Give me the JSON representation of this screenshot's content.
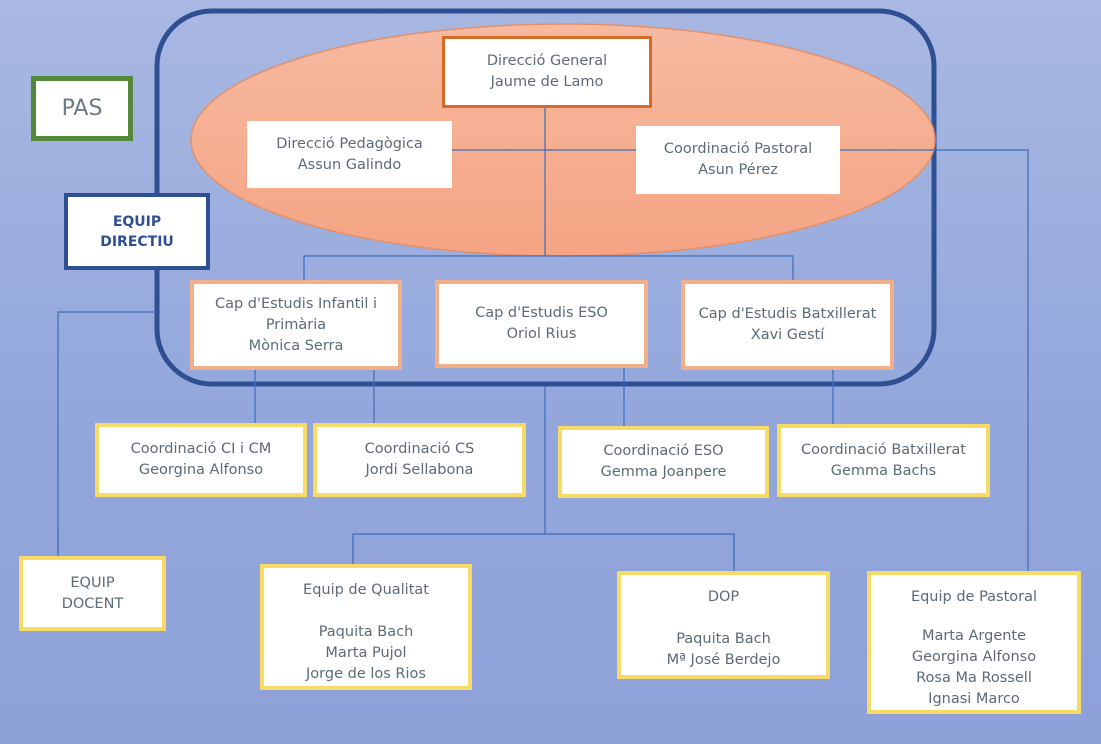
{
  "pas": "PAS",
  "equip_directiu": [
    "EQUIP",
    "DIRECTIU"
  ],
  "direccio_general": [
    "Direcció General",
    "Jaume de Lamo"
  ],
  "direccio_pedagogica": [
    "Direcció Pedagògica",
    "Assun Galindo"
  ],
  "coordinacio_pastoral": [
    "Coordinació Pastoral",
    "Asun Pérez"
  ],
  "cap_infantil": [
    "Cap d'Estudis Infantil i",
    "Primària",
    "Mònica Serra"
  ],
  "cap_eso": [
    "Cap d'Estudis ESO",
    "Oriol Rius"
  ],
  "cap_batx": [
    "Cap d'Estudis Batxillerat",
    "Xavi Gestí"
  ],
  "coord_ci_cm": [
    "Coordinació CI i CM",
    "Georgina Alfonso"
  ],
  "coord_cs": [
    "Coordinació CS",
    "Jordi Sellabona"
  ],
  "coord_eso": [
    "Coordinació ESO",
    "Gemma Joanpere"
  ],
  "coord_batx": [
    "Coordinació Batxillerat",
    "Gemma Bachs"
  ],
  "equip_docent": [
    "EQUIP",
    "DOCENT"
  ],
  "equip_qualitat": {
    "title": "Equip de Qualitat",
    "members": [
      "Paquita Bach",
      "Marta Pujol",
      "Jorge de los Rios"
    ]
  },
  "dop": {
    "title": "DOP",
    "members": [
      "Paquita Bach",
      "Mª José Berdejo"
    ]
  },
  "equip_pastoral": {
    "title": "Equip de Pastoral",
    "members": [
      "Marta Argente",
      "Georgina Alfonso",
      "Rosa Ma Rossell",
      "Ignasi Marco"
    ]
  },
  "colors": {
    "line": "#3e6cb8",
    "frame": "#2f4f93",
    "ellipse": "#f5a887",
    "yellow_border": "#f8da66",
    "salmon_border": "#f2b08a",
    "general_border": "#d46a26",
    "green_border": "#55893a"
  }
}
